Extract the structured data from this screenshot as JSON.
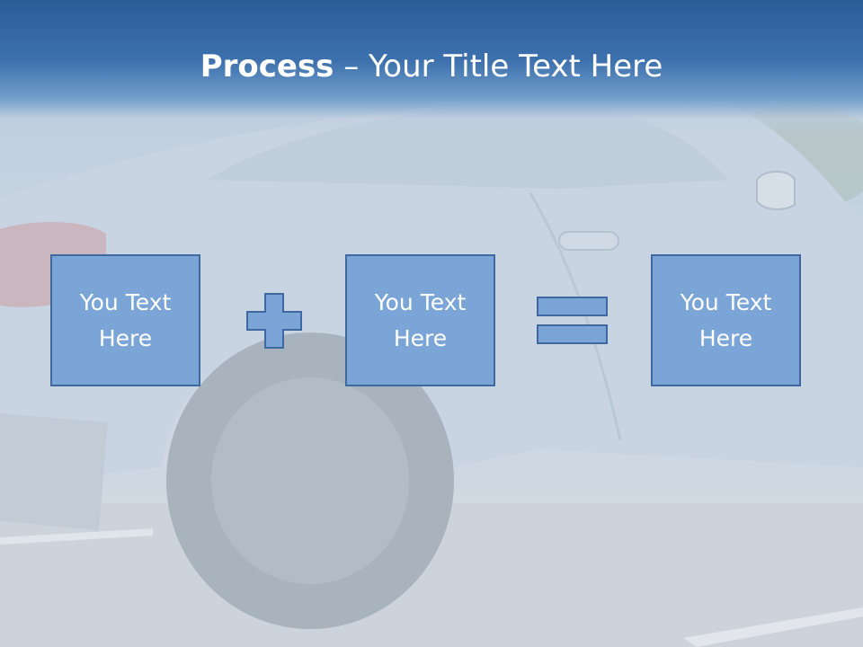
{
  "slide": {
    "title_bold": "Process",
    "title_rest": " – Your Title Text Here",
    "boxes": [
      {
        "line1": "You Text",
        "line2": "Here"
      },
      {
        "line1": "You Text",
        "line2": "Here"
      },
      {
        "line1": "You Text",
        "line2": "Here"
      }
    ],
    "operators": [
      "plus",
      "equals"
    ]
  },
  "colors": {
    "title_band": "#3d71ad",
    "box_fill": "#7aa5d6",
    "box_border": "#3d68a0",
    "text": "#ffffff"
  }
}
